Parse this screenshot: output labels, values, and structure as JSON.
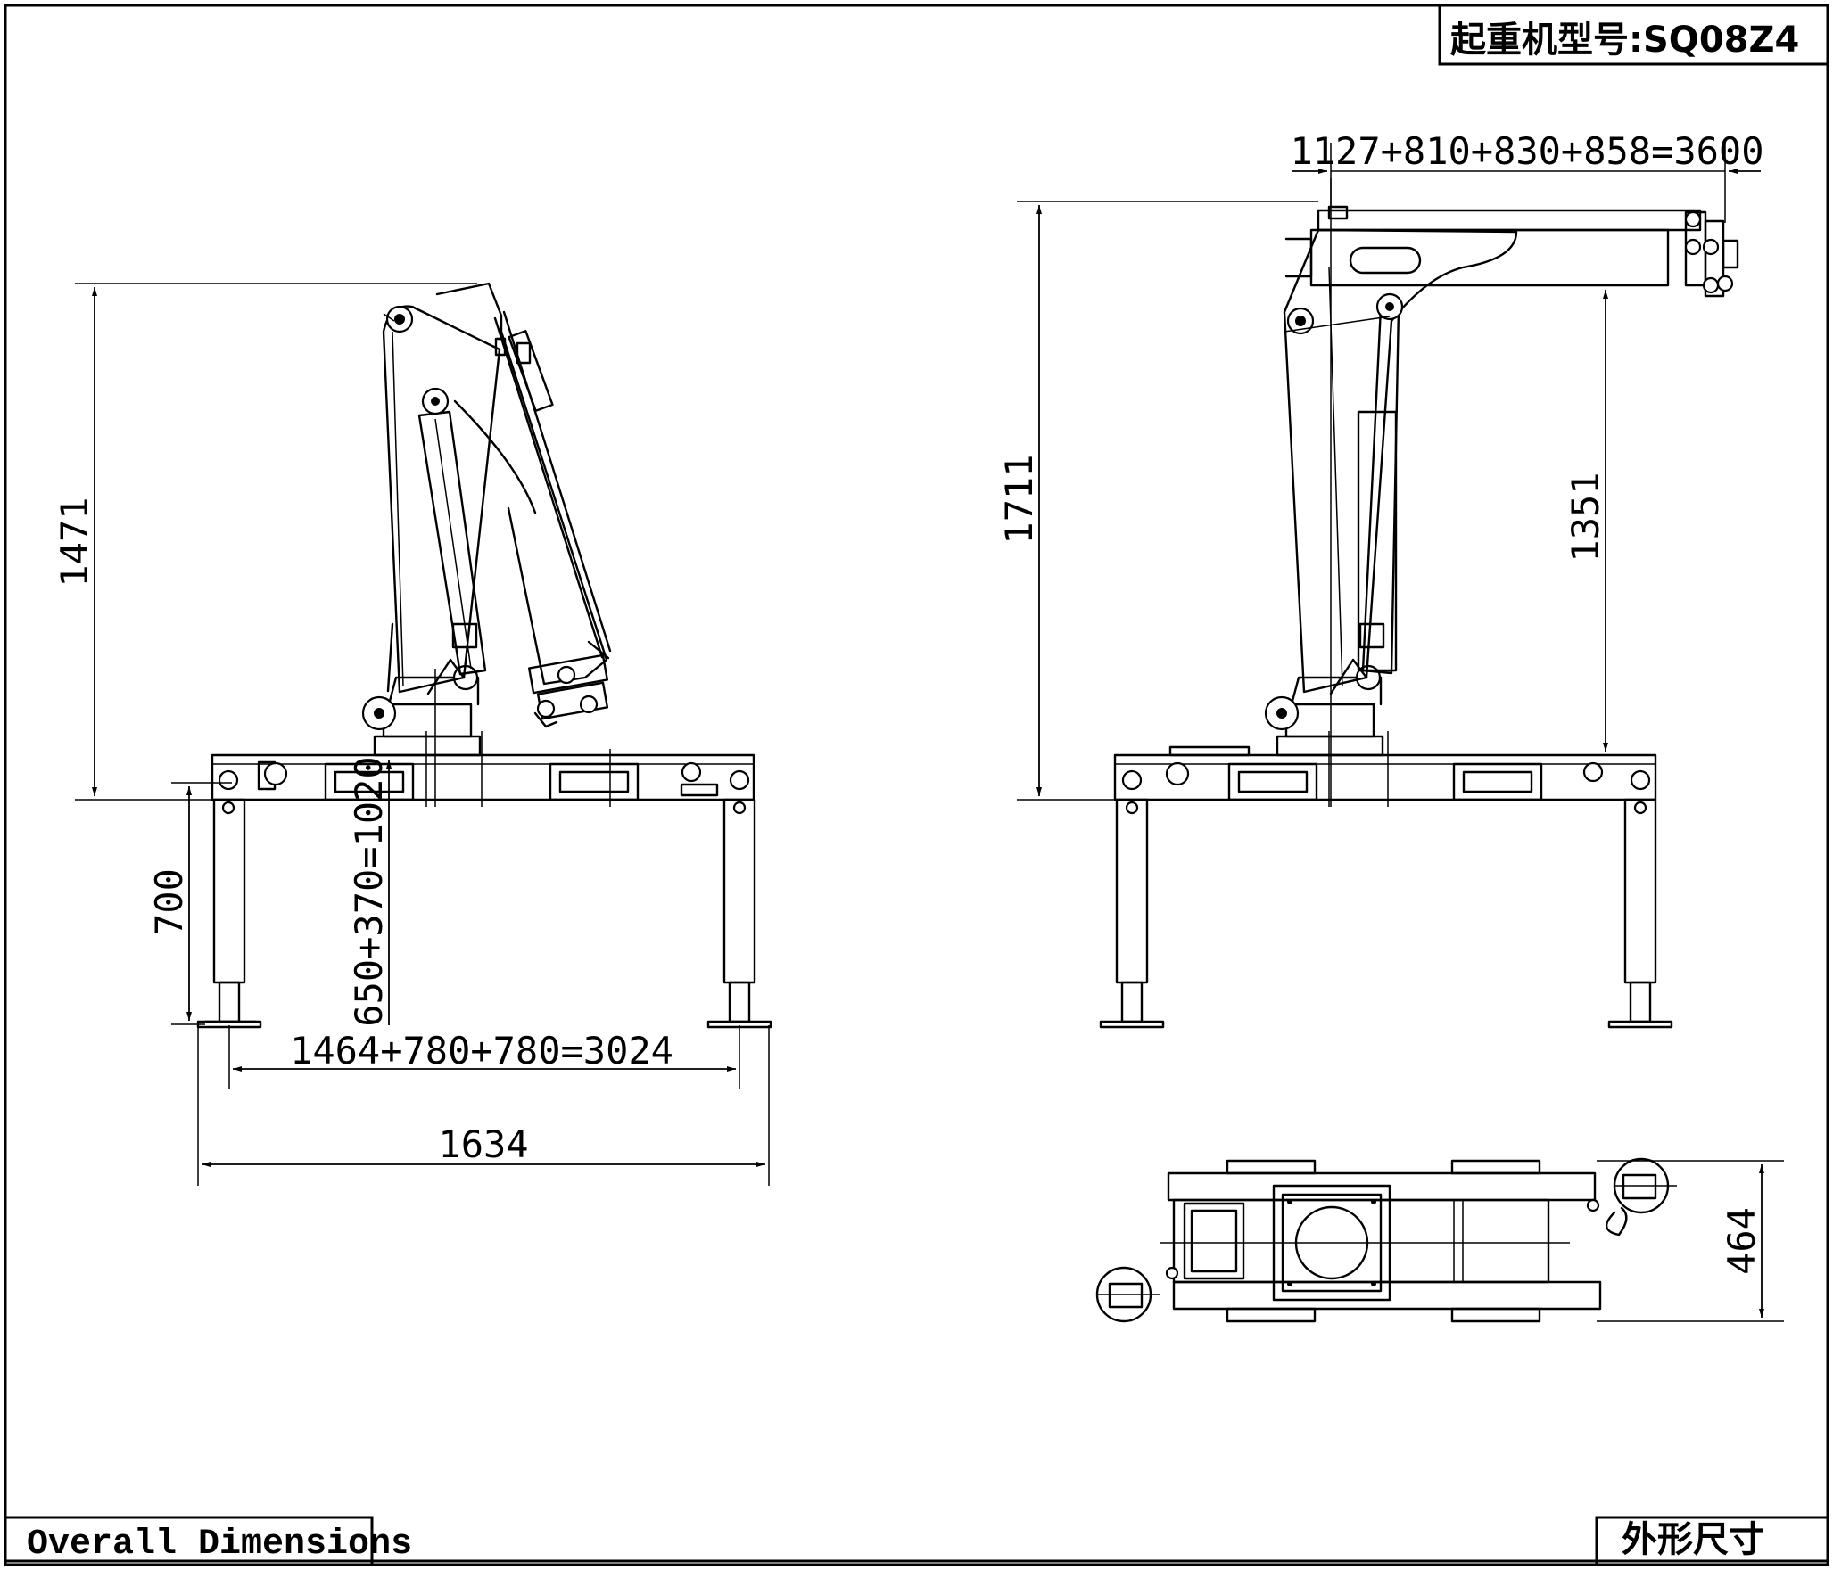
{
  "title_block": {
    "crane_model_label": "起重机型号:",
    "crane_model_value": "SQ08Z4",
    "sheet_title_en": "Overall Dimensions",
    "sheet_title_cn": "外形尺寸"
  },
  "dimensions": {
    "folded_height": "1471",
    "frame_to_ground": "700",
    "outrigger_extension": "650+370=1020",
    "outrigger_span": "1464+780+780=3024",
    "base_width": "1634",
    "extended_height": "1711",
    "boom_sections": "1127+810+830+858=3600",
    "hook_height": "1351",
    "base_depth": "464"
  }
}
